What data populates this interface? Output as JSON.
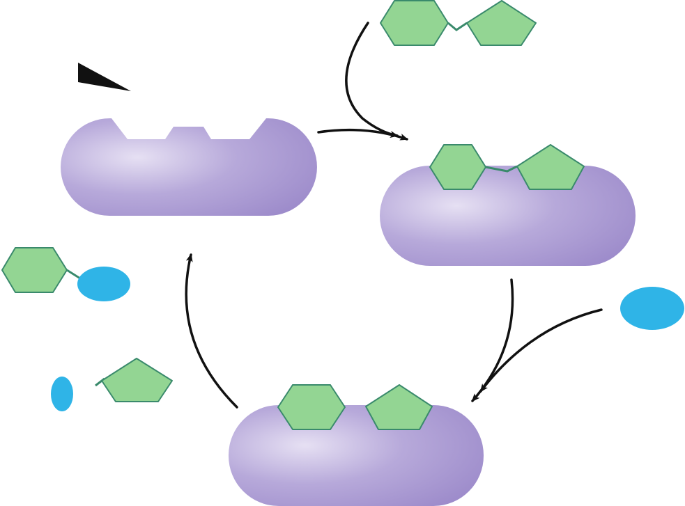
{
  "diagram": {
    "type": "enzyme-catalytic-cycle",
    "colors": {
      "enzyme_light": "#e6e0f3",
      "enzyme_mid": "#b7a9da",
      "enzyme_dark": "#9a88c9",
      "substrate_fill": "#93d593",
      "substrate_stroke": "#3a8a6c",
      "water_fill": "#2fb4e7",
      "arrow": "#111111",
      "background": "#ffffff"
    },
    "nodes": [
      {
        "id": "free-enzyme",
        "kind": "enzyme",
        "state": "empty active site"
      },
      {
        "id": "enzyme-substrate-complex",
        "kind": "enzyme",
        "state": "substrate bound"
      },
      {
        "id": "enzyme-products-complex",
        "kind": "enzyme",
        "state": "products bound"
      },
      {
        "id": "substrate-molecule",
        "kind": "molecule",
        "parts": [
          "hexagon",
          "pentagon"
        ]
      },
      {
        "id": "water-molecule",
        "kind": "molecule",
        "parts": [
          "ellipse"
        ]
      },
      {
        "id": "products",
        "kind": "molecule",
        "parts": [
          "hexagon",
          "ellipse",
          "ellipse",
          "pentagon"
        ]
      }
    ],
    "edges": [
      {
        "from": "free-enzyme",
        "to": "enzyme-substrate-complex"
      },
      {
        "from": "substrate-molecule",
        "to": "enzyme-substrate-complex"
      },
      {
        "from": "enzyme-substrate-complex",
        "to": "enzyme-products-complex"
      },
      {
        "from": "water-molecule",
        "to": "enzyme-products-complex"
      },
      {
        "from": "enzyme-products-complex",
        "to": "free-enzyme"
      }
    ]
  }
}
